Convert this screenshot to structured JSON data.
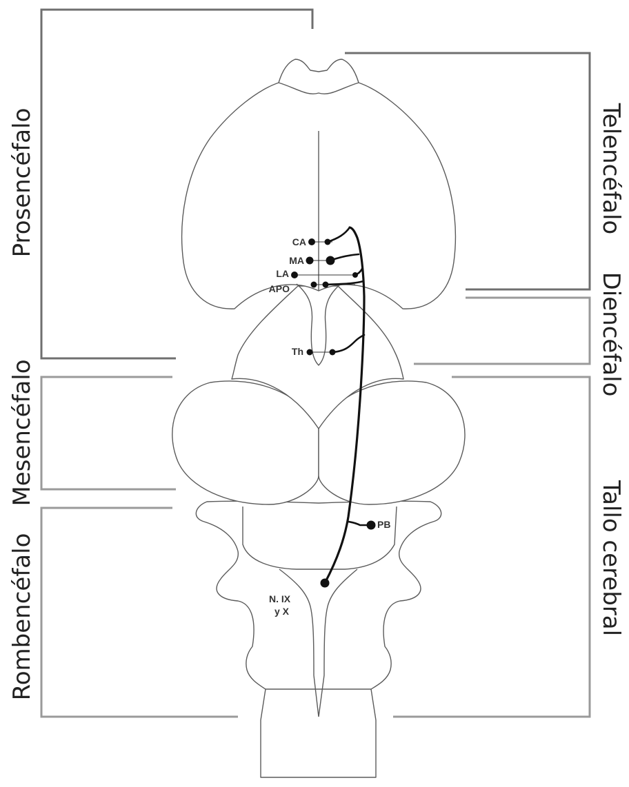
{
  "regions": {
    "prosencefalo": "Prosencéfalo",
    "mesencefalo": "Mesencéfalo",
    "rombencefalo": "Rombencéfalo",
    "telencefalo": "Telencéfalo",
    "diencefalo": "Diencéfalo",
    "tallo": "Tallo cerebral"
  },
  "nuclei": {
    "ca": "CA",
    "ma": "MA",
    "la": "LA",
    "apo": "APO",
    "th": "Th",
    "pb": "PB",
    "nix_1": "N. IX",
    "nix_2": "y X"
  }
}
